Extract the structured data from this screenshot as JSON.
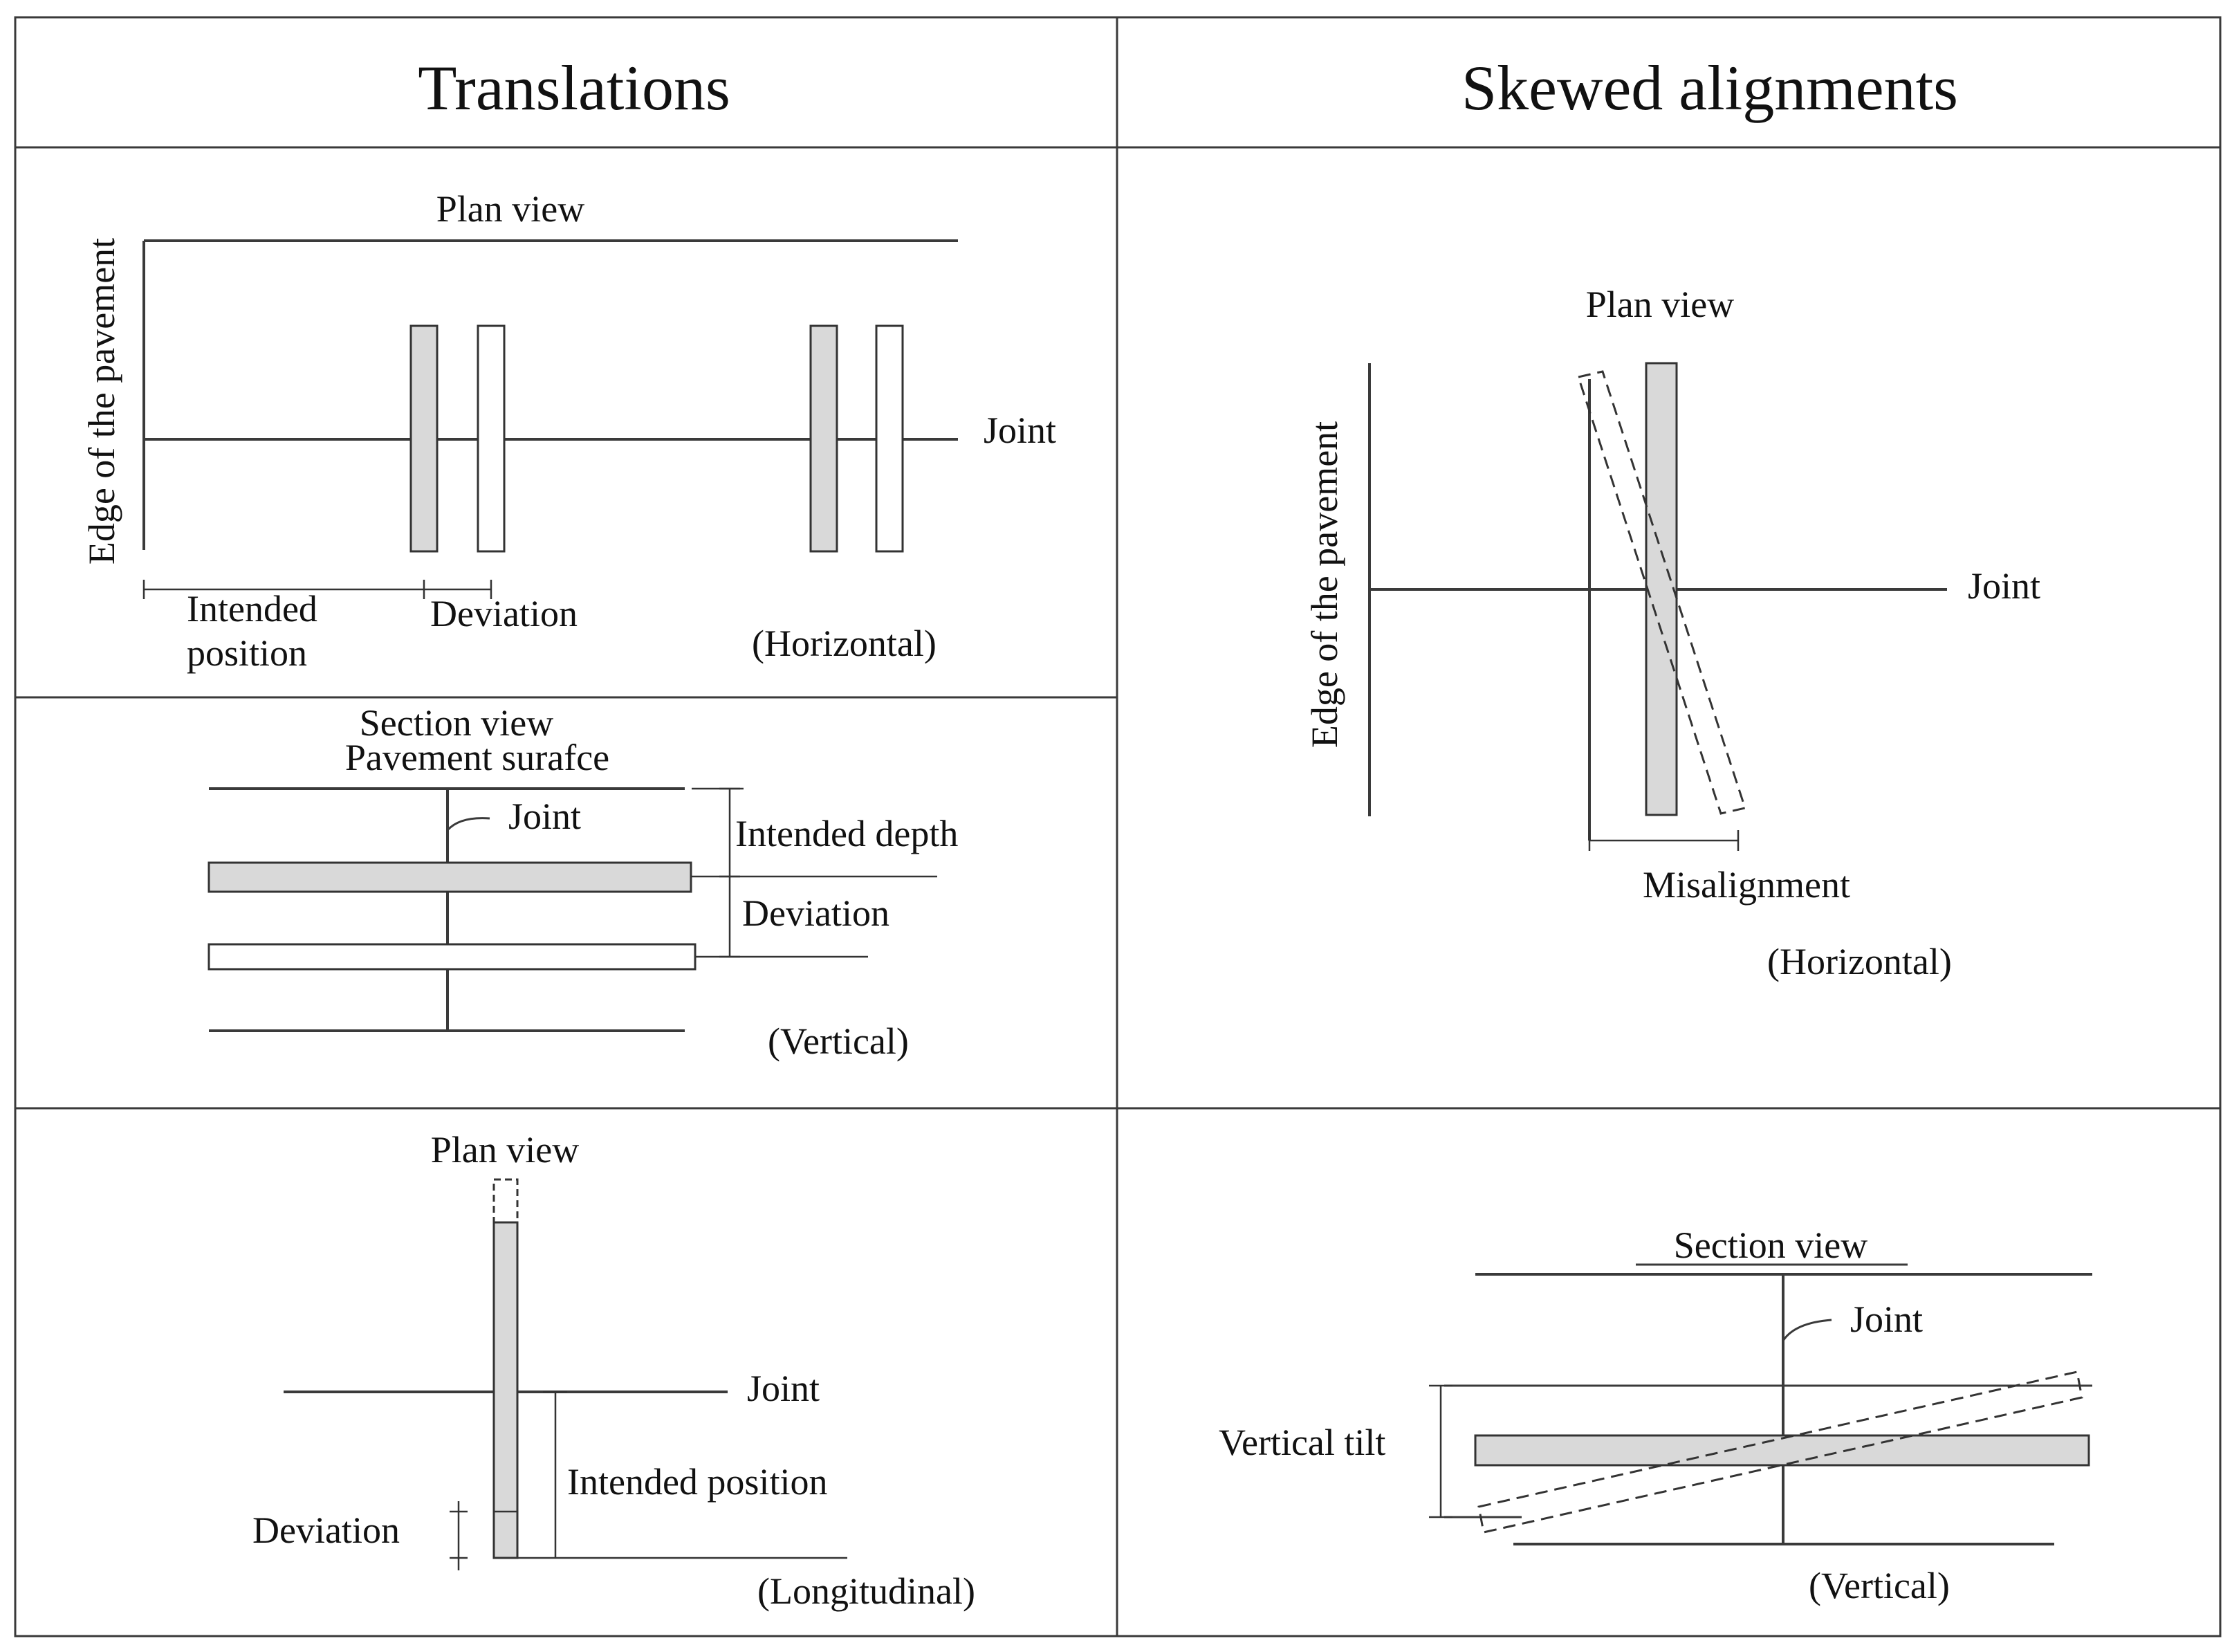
{
  "headers": {
    "translations": "Translations",
    "skewed": "Skewed alignments"
  },
  "translations_horizontal": {
    "view_title": "Plan view",
    "edge_label": "Edge of the pavement",
    "joint_label": "Joint",
    "intended_label_line1": "Intended",
    "intended_label_line2": "position",
    "deviation_label": "Deviation",
    "direction": "(Horizontal)"
  },
  "translations_vertical": {
    "view_title": "Section view",
    "surface_label": "Pavement surafce",
    "joint_label": "Joint",
    "intended_depth_label": "Intended depth",
    "deviation_label": "Deviation",
    "direction": "(Vertical)"
  },
  "translations_longitudinal": {
    "view_title": "Plan view",
    "joint_label": "Joint",
    "intended_label": "Intended position",
    "deviation_label": "Deviation",
    "direction": "(Longitudinal)"
  },
  "skewed_horizontal": {
    "view_title": "Plan view",
    "edge_label": "Edge of the pavement",
    "joint_label": "Joint",
    "misalignment_label": "Misalignment",
    "direction": "(Horizontal)"
  },
  "skewed_vertical": {
    "view_title": "Section view",
    "joint_label": "Joint",
    "tilt_label": "Vertical tilt",
    "direction": "(Vertical)"
  },
  "colors": {
    "bar_fill": "#d9d9d9",
    "line": "#3a3a3a"
  }
}
